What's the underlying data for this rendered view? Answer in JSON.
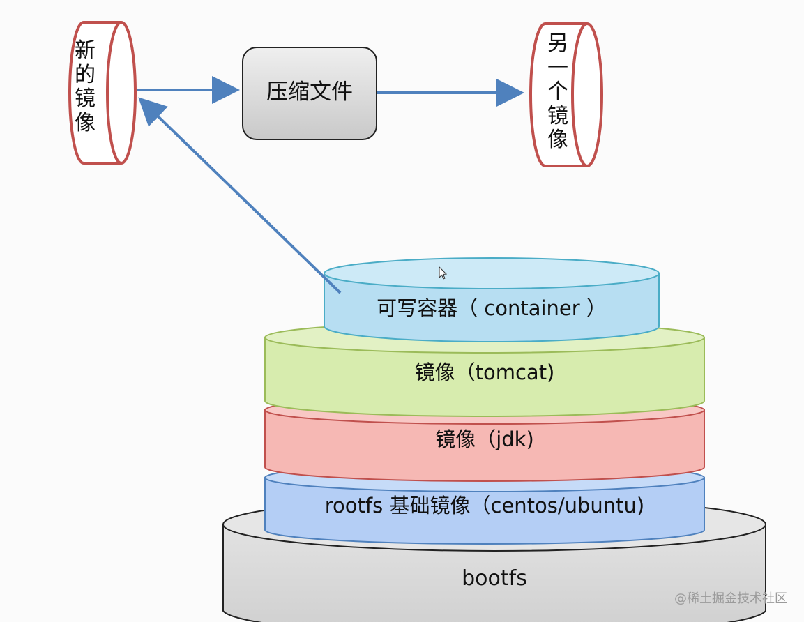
{
  "top_flow": {
    "new_image": "新的镜像",
    "compress_file": "压缩文件",
    "other_image": "另一个镜像"
  },
  "stack": {
    "container": "可写容器（ container ）",
    "tomcat": "镜像（tomcat)",
    "jdk": "镜像（jdk)",
    "rootfs": "rootfs 基础镜像（centos/ubuntu)",
    "bootfs": "bootfs"
  },
  "watermark": "@稀土掘金技术社区",
  "colors": {
    "cylinder_outline": "#c0504d",
    "arrow": "#4f81bd",
    "container_fill": "#b7def2",
    "tomcat_fill": "#d7ecae",
    "jdk_fill": "#f6b8b4",
    "rootfs_fill": "#b4cef5",
    "bootfs_fill": "#d4d4d4",
    "compress_fill": "#d9d9d9"
  }
}
